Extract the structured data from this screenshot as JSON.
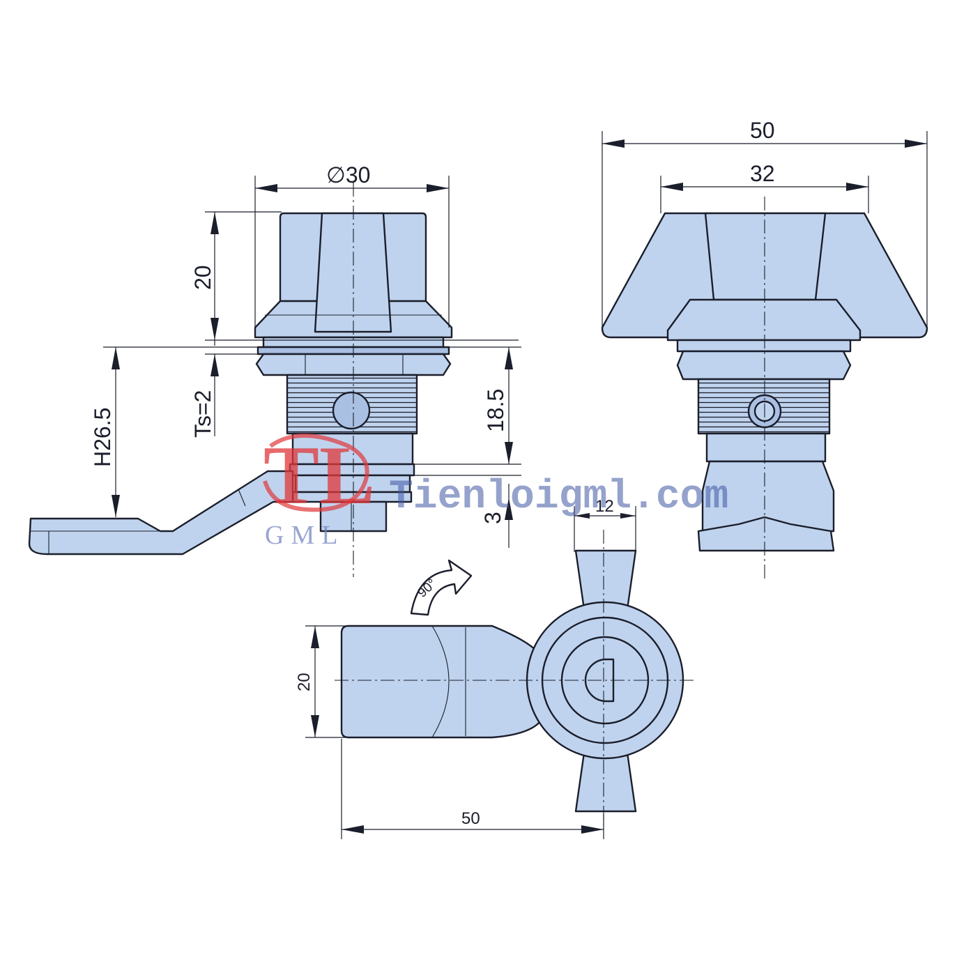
{
  "dimensions": {
    "diameter": "∅30",
    "knob_height": "20",
    "panel_thickness": "Ts=2",
    "height": "H26.5",
    "body_length": "18.5",
    "cam_gap": "3",
    "side_outer_width": "50",
    "side_inner_width": "32",
    "cam_width": "12",
    "cam_height": "20",
    "cam_length": "50"
  },
  "rotation_label": "90°",
  "watermark": {
    "logo_letters": "TL",
    "site": "Tienloigml.com",
    "brand": "GML"
  },
  "colors": {
    "part_fill": "#bfd3ee",
    "outline": "#1b1e2b",
    "watermark_red": "#e0383a",
    "watermark_blue": "#3f57a3"
  }
}
